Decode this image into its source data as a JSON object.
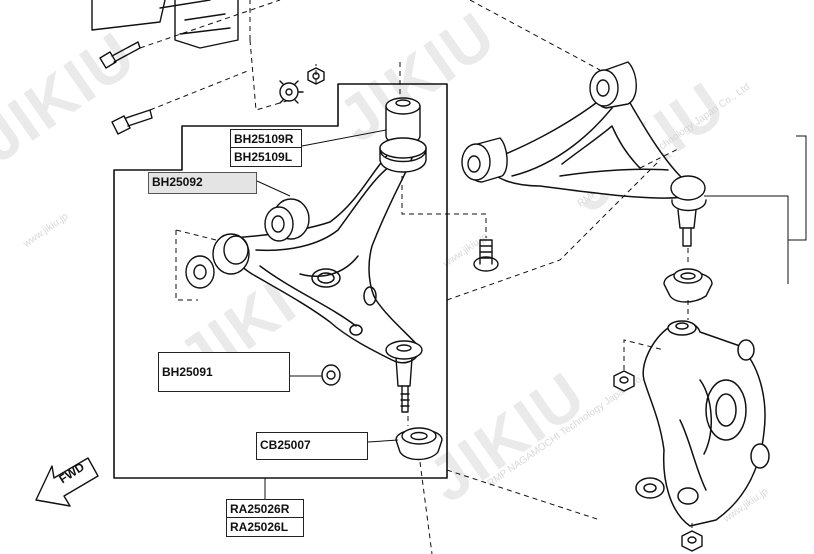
{
  "labels": {
    "bh25109r": "BH25109R",
    "bh25109l": "BH25109L",
    "bh25092": "BH25092",
    "bh25091": "BH25091",
    "cb25007": "CB25007",
    "ra25026r": "RA25026R",
    "ra25026l": "RA25026L"
  },
  "direction": {
    "fwd": "FWD"
  },
  "watermark": {
    "brand": "JIKIU",
    "company": "RMP NAGAMOCHI Technology Japan Co., Ltd",
    "url": "www.jikiu.jp"
  }
}
